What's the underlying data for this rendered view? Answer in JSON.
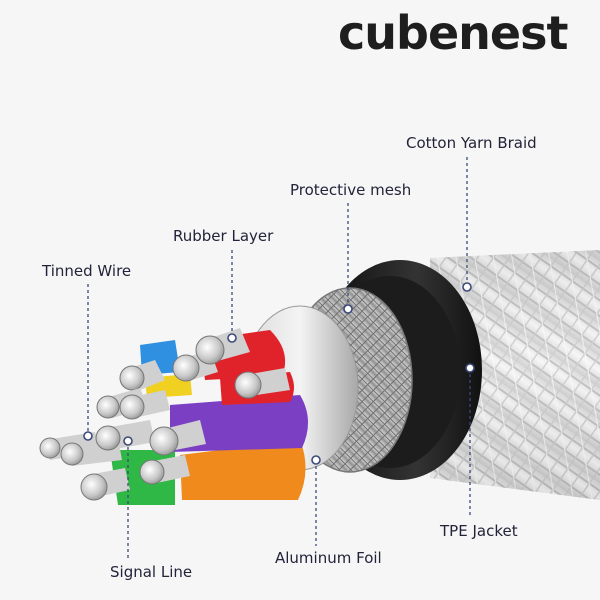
{
  "brand": {
    "name": "cubenest"
  },
  "labels": {
    "cotton_yarn_braid": "Cotton Yarn Braid",
    "protective_mesh": "Protective mesh",
    "rubber_layer": "Rubber Layer",
    "tinned_wire": "Tinned Wire",
    "signal_line": "Signal Line",
    "aluminum_foil": "Aluminum Foil",
    "tpe_jacket": "TPE Jacket"
  },
  "colors": {
    "leader_line": "#3b4a7a",
    "brand_text": "#1e1e1e",
    "wire_red": "#e0232a",
    "wire_purple": "#7b3fc4",
    "wire_orange": "#f08a1c",
    "wire_green": "#2fb845",
    "wire_blue": "#2f8fe0",
    "wire_yellow": "#f0d020",
    "jacket_black": "#161616",
    "braid_white": "#e8e8e8",
    "foil_silver": "#c7c7c7"
  }
}
